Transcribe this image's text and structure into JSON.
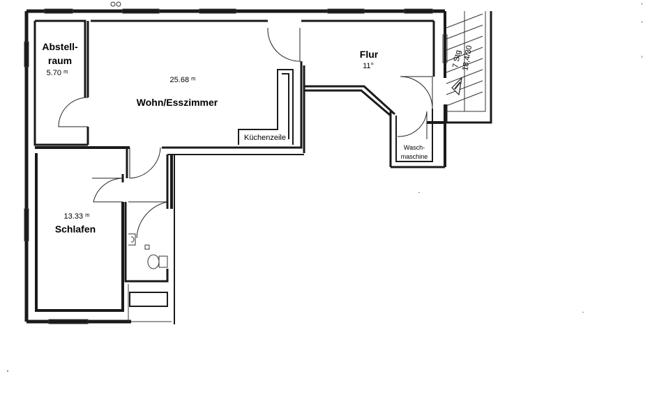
{
  "rooms": {
    "abstellraum": {
      "name_line1": "Abstell-",
      "name_line2": "raum",
      "area": "5.70 ᵐ"
    },
    "wohn": {
      "name": "Wohn/Esszimmer",
      "area": "25.68 ᵐ"
    },
    "flur": {
      "name": "Flur",
      "area": "11°"
    },
    "kueche": {
      "name": "Küchenzeile"
    },
    "wasch": {
      "name_line1": "Wasch-",
      "name_line2": "maschine"
    },
    "schlafen": {
      "name": "Schlafen",
      "area": "13.33 ᵐ"
    }
  },
  "stairs": {
    "line1": "7 Stg",
    "line2": "18,4/30"
  },
  "colors": {
    "wall": "#1a1a1a",
    "background": "#ffffff"
  },
  "icons": [
    "door-swing-icon",
    "toilet-icon",
    "shower-icon",
    "stair-arrow-icon"
  ]
}
